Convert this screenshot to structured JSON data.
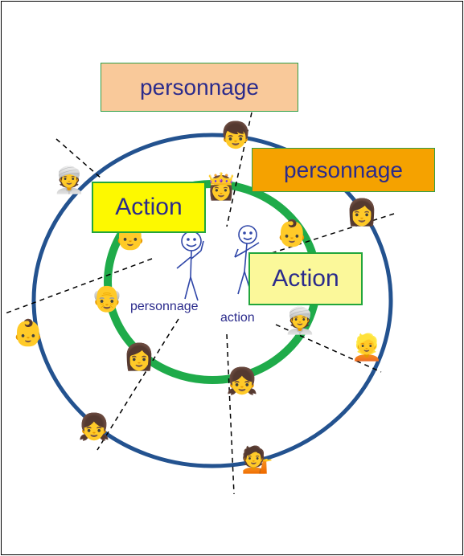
{
  "labels": {
    "personnage_top": "personnage",
    "personnage_right": "personnage",
    "action_left": "Action",
    "action_right": "Action",
    "small_personnage": "personnage",
    "small_action": "action"
  },
  "colors": {
    "outer_ring": "#23528f",
    "inner_ring": "#1fab4a",
    "personnage_top_fill": "#f9c99a",
    "personnage_right_fill": "#f5a200",
    "action_fill": "#fdf900",
    "action_right_fill": "#fbf89a",
    "label_text": "#2b2b8c",
    "stick_figure": "#2f46a8",
    "dashed_line": "#000000"
  },
  "faces": [
    {
      "name": "face-top",
      "icon": "boy-face-icon"
    },
    {
      "name": "face-upper-left",
      "icon": "turban-face-icon"
    },
    {
      "name": "face-crown",
      "icon": "princess-face-icon"
    },
    {
      "name": "face-right-woman",
      "icon": "woman-face-icon"
    },
    {
      "name": "face-inner-baby",
      "icon": "baby-face-icon"
    },
    {
      "name": "face-inner-left-baby",
      "icon": "baby-face-icon"
    },
    {
      "name": "face-left-old",
      "icon": "old-man-face-icon"
    },
    {
      "name": "face-far-left-baby",
      "icon": "baby-face-icon"
    },
    {
      "name": "face-inner-turban",
      "icon": "turban-face-icon"
    },
    {
      "name": "face-right-blond",
      "icon": "blond-face-icon"
    },
    {
      "name": "face-inner-woman",
      "icon": "woman-face-icon"
    },
    {
      "name": "face-bottom-girl",
      "icon": "girl-face-icon"
    },
    {
      "name": "face-lower-left-girl",
      "icon": "girl-face-icon"
    },
    {
      "name": "face-bottom-woman",
      "icon": "woman-gesturing-icon"
    }
  ]
}
